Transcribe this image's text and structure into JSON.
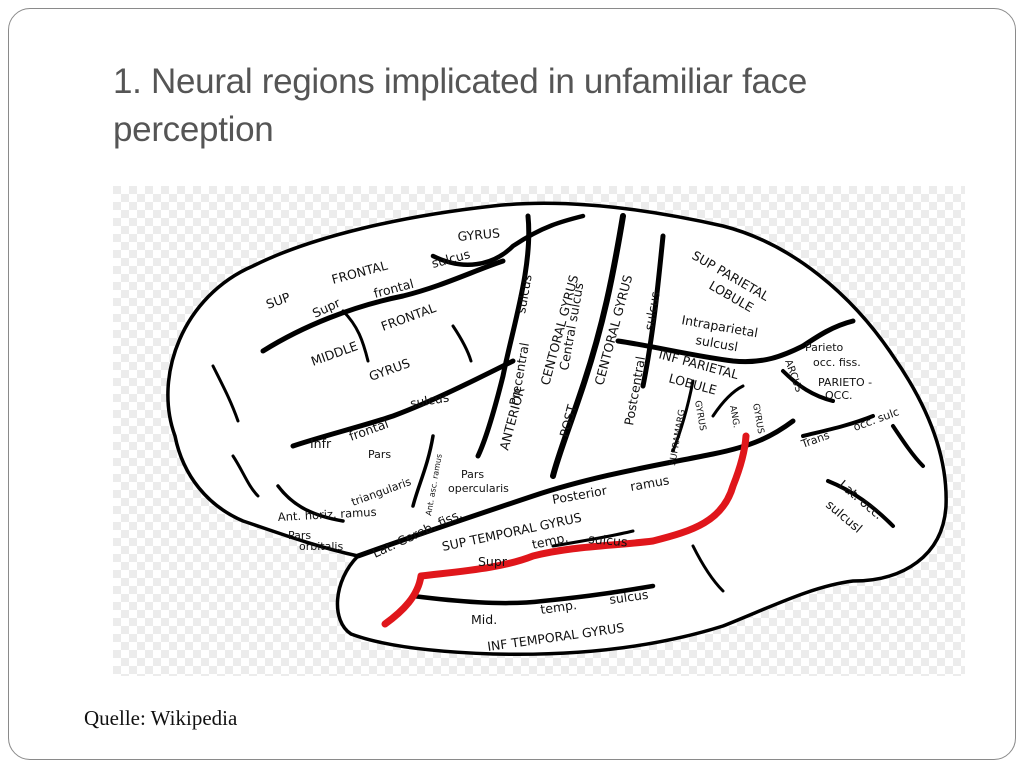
{
  "slide": {
    "title": "1. Neural regions implicated in unfamiliar face perception",
    "caption": "Quelle: Wikipedia"
  },
  "diagram": {
    "labels": {
      "gyrus_top": "GYRUS",
      "sup": "SUP",
      "frontal_1": "FRONTAL",
      "sulcus_1": "sulcus",
      "supr_1": "Supr",
      "frontal_2": "frontal",
      "middle": "MIDDLE",
      "frontal_3": "FRONTAL",
      "gyrus_2": "GYRUS",
      "infr": "Infr",
      "frontal_4": "frontal",
      "sulcus_2": "sulcus",
      "sulcus_3": "sulcus",
      "precentral": "Precentral",
      "anterior": "ANTERIOR",
      "centoral_gyrus": "CENTORAL GYRUS",
      "central_sulcus": "Central sulcus",
      "centoral_gyrus_2": "CENTORAL GYRUS",
      "post": "POST",
      "sulcus_4": "sulcus",
      "postcentral": "Postcentral",
      "sup_parietal": "SUP PARIETAL",
      "lobule_1": "LOBULE",
      "intraparietal": "Intraparietal",
      "sulcusl": "sulcusl",
      "inf_parietal": "INF PARIETAL",
      "lobule_2": "LOBULE",
      "parieto_occ_fiss_1": "Parieto",
      "parieto_occ_fiss_2": "occ. fiss.",
      "arcus": "ARCUS",
      "parieto_occ_1": "PARIETO -",
      "parieto_occ_2": "OCC.",
      "supramarg": "SUPRAMARG",
      "gyrus_3": "GYRUS",
      "ang": "ANG.",
      "gyrus_4": "GYRUS",
      "trans": "Trans",
      "occ_sulc": "occ. sulc",
      "pars_tri_1": "Pars",
      "pars_tri_2": "triangularis",
      "ant_asc_ramus": "Ant. asc. ramus",
      "pars_op_1": "Pars",
      "pars_op_2": "opercularis",
      "ant_horiz_ramus": "Ant. horiz. ramus",
      "pars_orb_1": "Pars",
      "pars_orb_2": "orbitalis",
      "lat_cereb_fiss": "Lat. Cereb. fiss.",
      "posterior": "Posterior",
      "ramus": "ramus",
      "sup_temporal_gyrus": "SUP TEMPORAL GYRUS",
      "temp_1": "temp.",
      "sulcus_5": "sulcus",
      "supr_2": "Supr",
      "lat_occ_1": "Lat. occ.",
      "lat_occ_2": "sulcusl",
      "mid": "Mid.",
      "temp_2": "temp.",
      "sulcus_6": "sulcus",
      "inf_temporal_gyrus": "INF TEMPORAL GYRUS"
    },
    "highlight_color": "#e0161b"
  }
}
